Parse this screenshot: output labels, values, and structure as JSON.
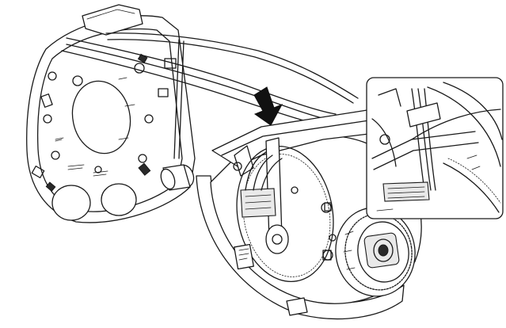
{
  "figure": {
    "colors": {
      "line": "#1a1a1a",
      "background": "#ffffff",
      "arrow": "#111111"
    },
    "icons": [
      "arrow-down-icon"
    ],
    "parts": [
      "mounting-bracket",
      "cable-bundle",
      "camera-housing",
      "camera-lens",
      "detail-inset"
    ]
  }
}
